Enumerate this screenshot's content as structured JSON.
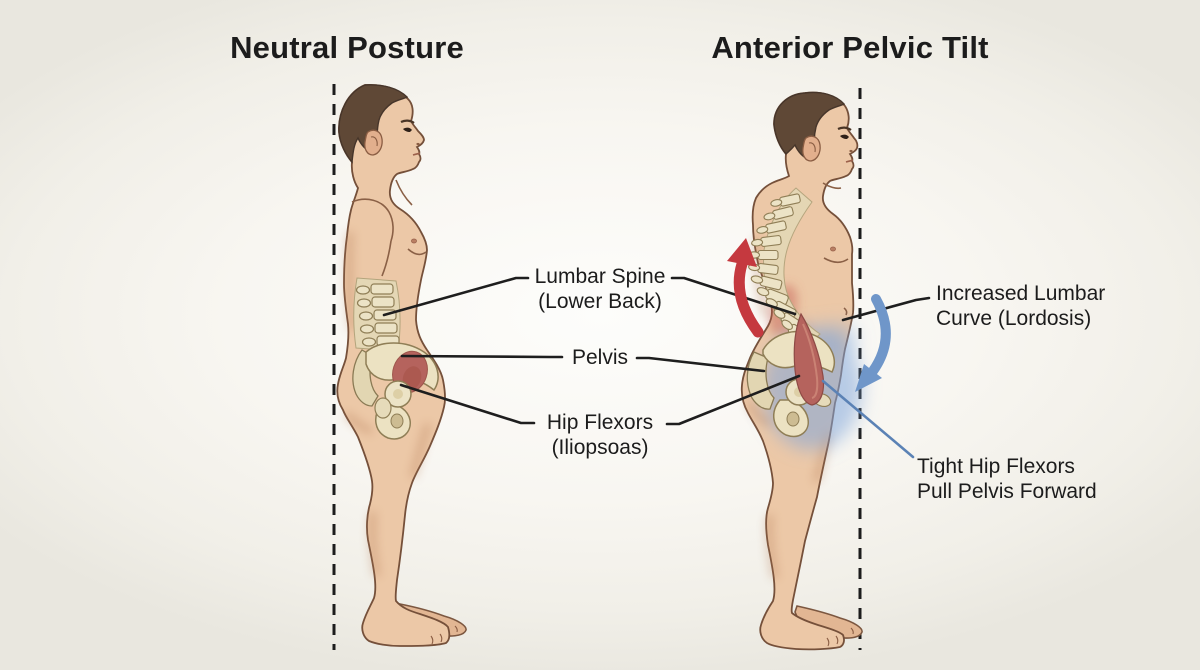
{
  "figure": {
    "left_title": "Neutral Posture",
    "right_title": "Anterior Pelvic Tilt"
  },
  "annotations": {
    "lumbar_spine_line1": "Lumbar Spine",
    "lumbar_spine_line2": "(Lower Back)",
    "pelvis": "Pelvis",
    "hip_flexors_line1": "Hip Flexors",
    "hip_flexors_line2": "(Iliopsoas)",
    "increased_lumbar_line1": "Increased Lumbar",
    "increased_lumbar_line2": "Curve (Lordosis)",
    "tight_hip_line1": "Tight Hip Flexors",
    "tight_hip_line2": "Pull Pelvis Forward"
  },
  "colors": {
    "red_arrow": "#c5393f",
    "blue_arrow": "#6f96c9",
    "blue_line": "#5b82b5",
    "connector": "#1e1e1e",
    "plumb_line": "#1c1c1c",
    "skin": "#ecc8a7",
    "bone": "#eae1c3",
    "muscle": "#b5635d",
    "glow": "#7fa6da",
    "text": "#1c1c1c"
  },
  "icons": {
    "red_arrow": "lumbar-extension-up-arrow",
    "blue_arrow": "pelvis-forward-tilt-arrow",
    "left_line": "neutral-plumb-dashed-line",
    "right_line": "apt-plumb-dashed-line"
  }
}
